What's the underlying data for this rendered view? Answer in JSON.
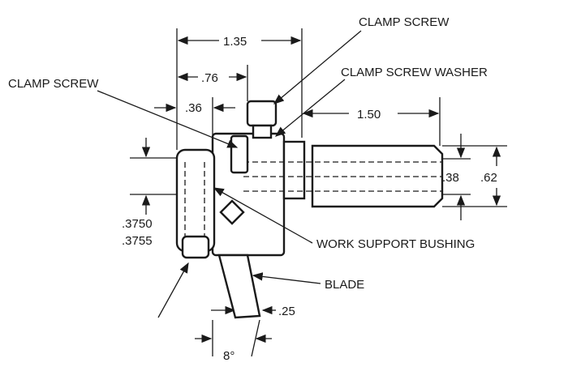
{
  "labels": {
    "clamp_screw_top": "CLAMP SCREW",
    "clamp_screw_washer": "CLAMP SCREW WASHER",
    "clamp_screw_left": "CLAMP SCREW",
    "work_support_bushing": "WORK SUPPORT BUSHING",
    "blade": "BLADE"
  },
  "dimensions": {
    "overall": "1.35",
    "mid": ".76",
    "small": ".36",
    "shank_length": "1.50",
    "inner_dia": ".38",
    "outer_dia": ".62",
    "bore_min": ".3750",
    "bore_max": ".3755",
    "blade_width": ".25",
    "blade_angle": "8°"
  }
}
